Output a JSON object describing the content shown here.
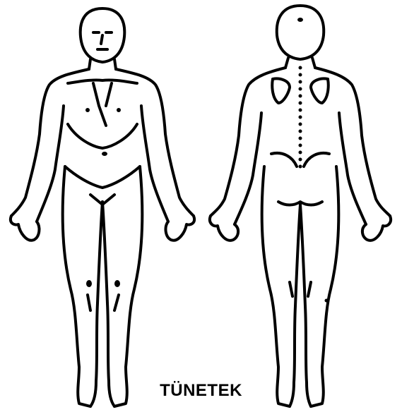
{
  "caption": "TÜNETEK",
  "figures": [
    {
      "view": "front",
      "icon": "human-body-front-outline"
    },
    {
      "view": "back",
      "icon": "human-body-back-outline"
    }
  ],
  "colors": {
    "line": "#000000",
    "background": "#ffffff"
  }
}
